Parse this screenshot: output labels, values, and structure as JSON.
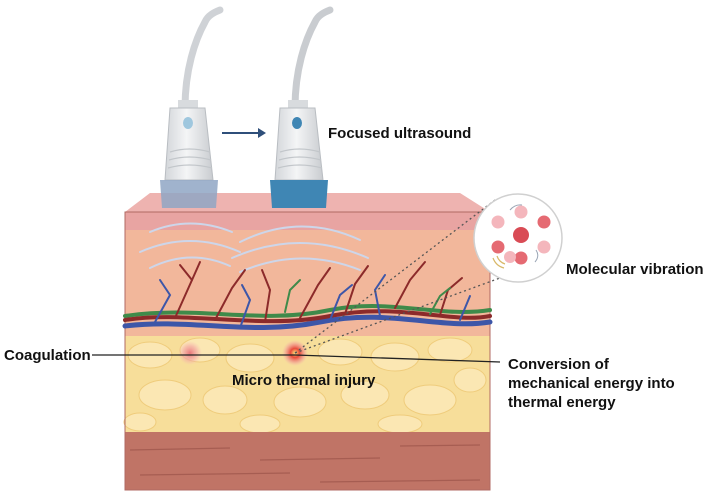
{
  "labels": {
    "focused_ultrasound": "Focused ultrasound",
    "molecular_vibration": "Molecular vibration",
    "coagulation": "Coagulation",
    "micro_thermal_injury": "Micro thermal injury",
    "conversion": [
      "Conversion of",
      "mechanical energy into",
      "thermal energy"
    ]
  },
  "colors": {
    "epidermis": "#e8a4a2",
    "dermis": "#f2b79b",
    "fat": "#f7de9a",
    "muscle": "#c07466",
    "artery": "#8c2a2a",
    "vein": "#3d56a8",
    "vessel_green": "#3f8a4a",
    "transducer_body": "#e4e6e8",
    "transducer_tip_off": "#8fa6c4",
    "transducer_tip_on": "#3f86b4",
    "arrow": "#2f4f7a",
    "focal_hot": "#d63a3a"
  },
  "icons": [
    "transducer-icon",
    "arrow-right-icon",
    "molecule-circle-icon"
  ]
}
